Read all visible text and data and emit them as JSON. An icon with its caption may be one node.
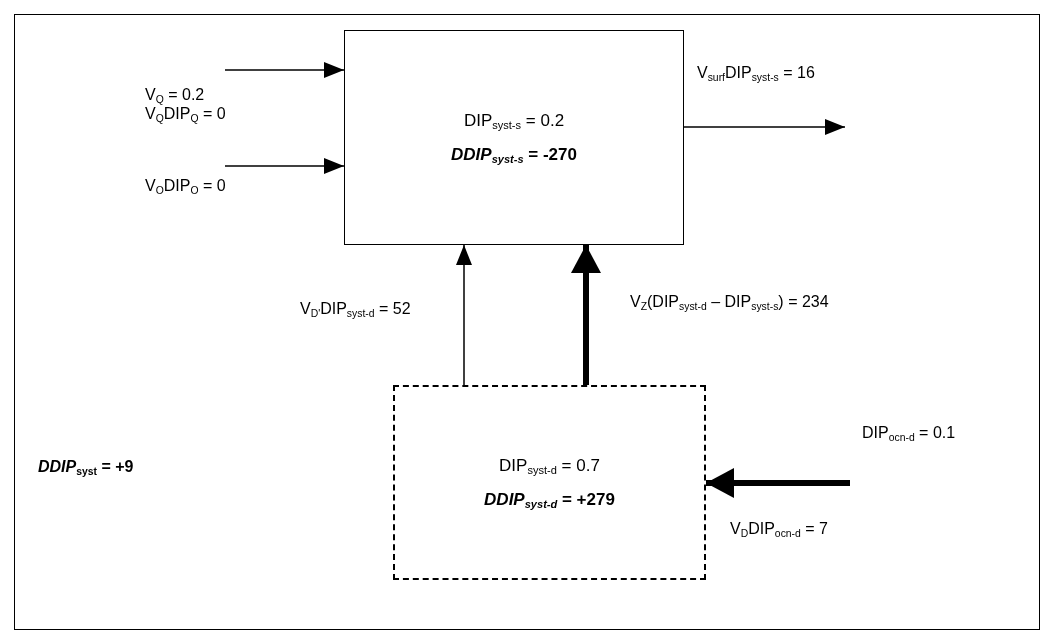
{
  "diagram": {
    "nodes": [
      {
        "text": [
          "DIP$_{syst-s}$ = 0.2",
          "*DDIP$_{syst-s}$* = -270"
        ]
      },
      {
        "text": [
          "DIP$_{syst-d}$ = 0.7",
          "*DDIP$_{syst-d}$* = +279"
        ]
      }
    ],
    "edges": [
      {
        "from": null,
        "to": 0,
        "arrow": "to"
      },
      {
        "from": null,
        "to": 0,
        "arrow": "to"
      },
      {
        "from": 0,
        "to": null,
        "arrow": "to"
      },
      {
        "from": 1,
        "to": 0,
        "arrow": "to"
      },
      {
        "from": 1,
        "to": 0,
        "arrow": "to",
        "style": "thick"
      },
      {
        "from": null,
        "to": 1,
        "arrow": "to",
        "style": "thick"
      }
    ],
    "labels": [
      "V$_{surf}$DIP$_{syst-s}$ = 16",
      "V$_{Q}$ = 0.2",
      "V$_{Q}$DIP$_{Q}$ = 0",
      "V$_{O}$DIP$_{O}$ = 0",
      "V$_{D'}$DIP$_{syst-d}$ = 52",
      "V$_{Z}$(DIP$_{syst-d}$ – DIP$_{syst-s}$) = 234",
      "DIP$_{ocn-d}$ = 0.1",
      "*DDIP*$_{syst}$ = +9",
      "V$_{D}$DIP$_{ocn-d}$ = 7"
    ]
  }
}
